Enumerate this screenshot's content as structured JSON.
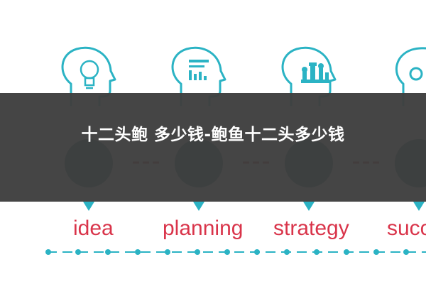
{
  "title": "十二头鲍 多少钱-鲍鱼十二头多少钱",
  "stages": [
    {
      "label": "idea",
      "icon": "lightbulb-icon"
    },
    {
      "label": "planning",
      "icon": "document-chart-icon"
    },
    {
      "label": "strategy",
      "icon": "chess-pieces-icon"
    },
    {
      "label": "succ",
      "icon": "gears-icon"
    }
  ],
  "colors": {
    "teal": "#2bb3c4",
    "dark_teal": "#0f5660",
    "connector_red": "#9b1b1b",
    "label_red": "#d9344a",
    "overlay": "#3f3f3f"
  }
}
